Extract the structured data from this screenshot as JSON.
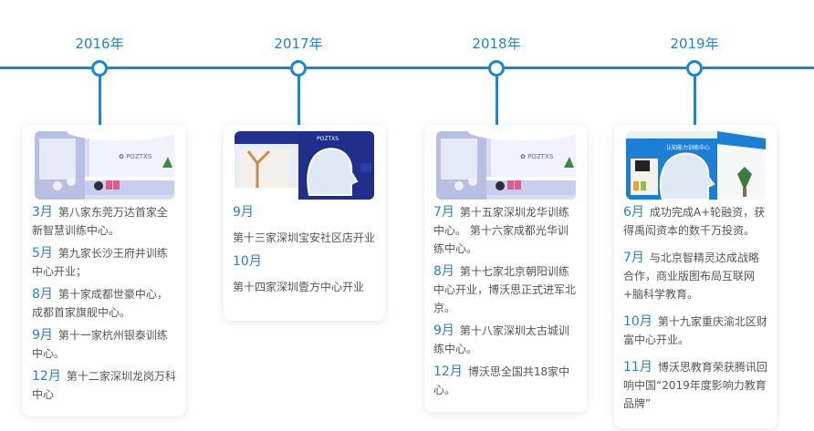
{
  "theme": {
    "accent": "#1a86d6",
    "year_color": "#2a80c8",
    "text_color": "#555555"
  },
  "timeline": [
    {
      "year": "2016年",
      "image_icon": "training-center-reception-photo",
      "entries": [
        {
          "month": "3月",
          "text": "第八家东莞万达首家全新智慧训练中心。"
        },
        {
          "month": "5月",
          "text": "第九家长沙王府井训练中心开业；"
        },
        {
          "month": "8月",
          "text": "第十家成都世豪中心，成都首家旗舰中心。"
        },
        {
          "month": "9月",
          "text": "第十一家杭州银泰训练中心。"
        },
        {
          "month": "12月",
          "text": "第十二家深圳龙岗万科中心"
        }
      ]
    },
    {
      "year": "2017年",
      "image_icon": "training-center-booth-photo",
      "entries": [
        {
          "month": "9月",
          "text": "第十三家深圳宝安社区店开业"
        },
        {
          "month": "10月",
          "text": "第十四家深圳壹方中心开业"
        }
      ]
    },
    {
      "year": "2018年",
      "image_icon": "training-center-reception-photo",
      "entries": [
        {
          "month": "7月",
          "text": "第十五家深圳龙华训练中心。 第十六家成都光华训练中心。"
        },
        {
          "month": "8月",
          "text": "第十七家北京朝阳训练中心开业，博沃思正式进军北京。"
        },
        {
          "month": "9月",
          "text": "第十八家深圳太古城训练中心。"
        },
        {
          "month": "12月",
          "text": "博沃思全国共18家中心。"
        }
      ]
    },
    {
      "year": "2019年",
      "image_icon": "cognitive-training-center-photo",
      "entries": [
        {
          "month": "6月",
          "text": "成功完成A+轮融资，获得禹闳资本的数千万投资。"
        },
        {
          "month": "7月",
          "text": "与北京智精灵达成战略合作，商业版图布局互联网+脑科学教育。"
        },
        {
          "month": "10月",
          "text": "第十九家重庆渝北区财富中心开业。"
        },
        {
          "month": "11月",
          "text": "博沃思教育荣获腾讯回响中国“2019年度影响力教育品牌”"
        }
      ]
    }
  ]
}
